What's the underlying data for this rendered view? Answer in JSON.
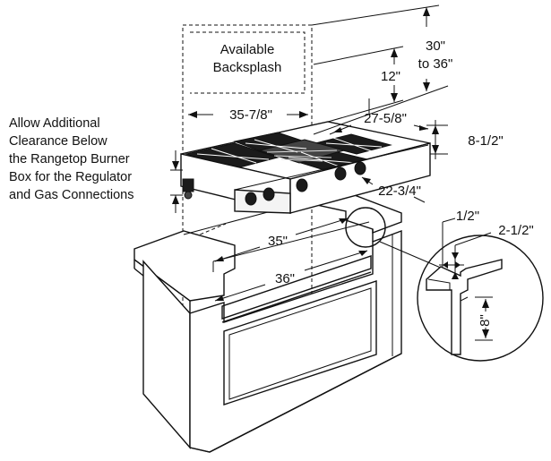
{
  "labels": {
    "backsplash_line1": "Available",
    "backsplash_line2": "Backsplash",
    "dim_30_36_line1": "30\"",
    "dim_30_36_line2": "to 36\"",
    "dim_12": "12\"",
    "dim_35_7_8": "35-7/8\"",
    "dim_27_5_8": "27-5/8\"",
    "dim_8_1_2": "8-1/2\"",
    "dim_22_3_4": "22-3/4\"",
    "dim_35": "35\"",
    "dim_36": "36\"",
    "dim_1_2": "1/2\"",
    "dim_2_1_2": "2-1/2\"",
    "dim_8": "8\"",
    "note_line1": "Allow Additional",
    "note_line2": "Clearance Below",
    "note_line3": "the Rangetop Burner",
    "note_line4": "Box for the Regulator",
    "note_line5": "and Gas Connections"
  }
}
